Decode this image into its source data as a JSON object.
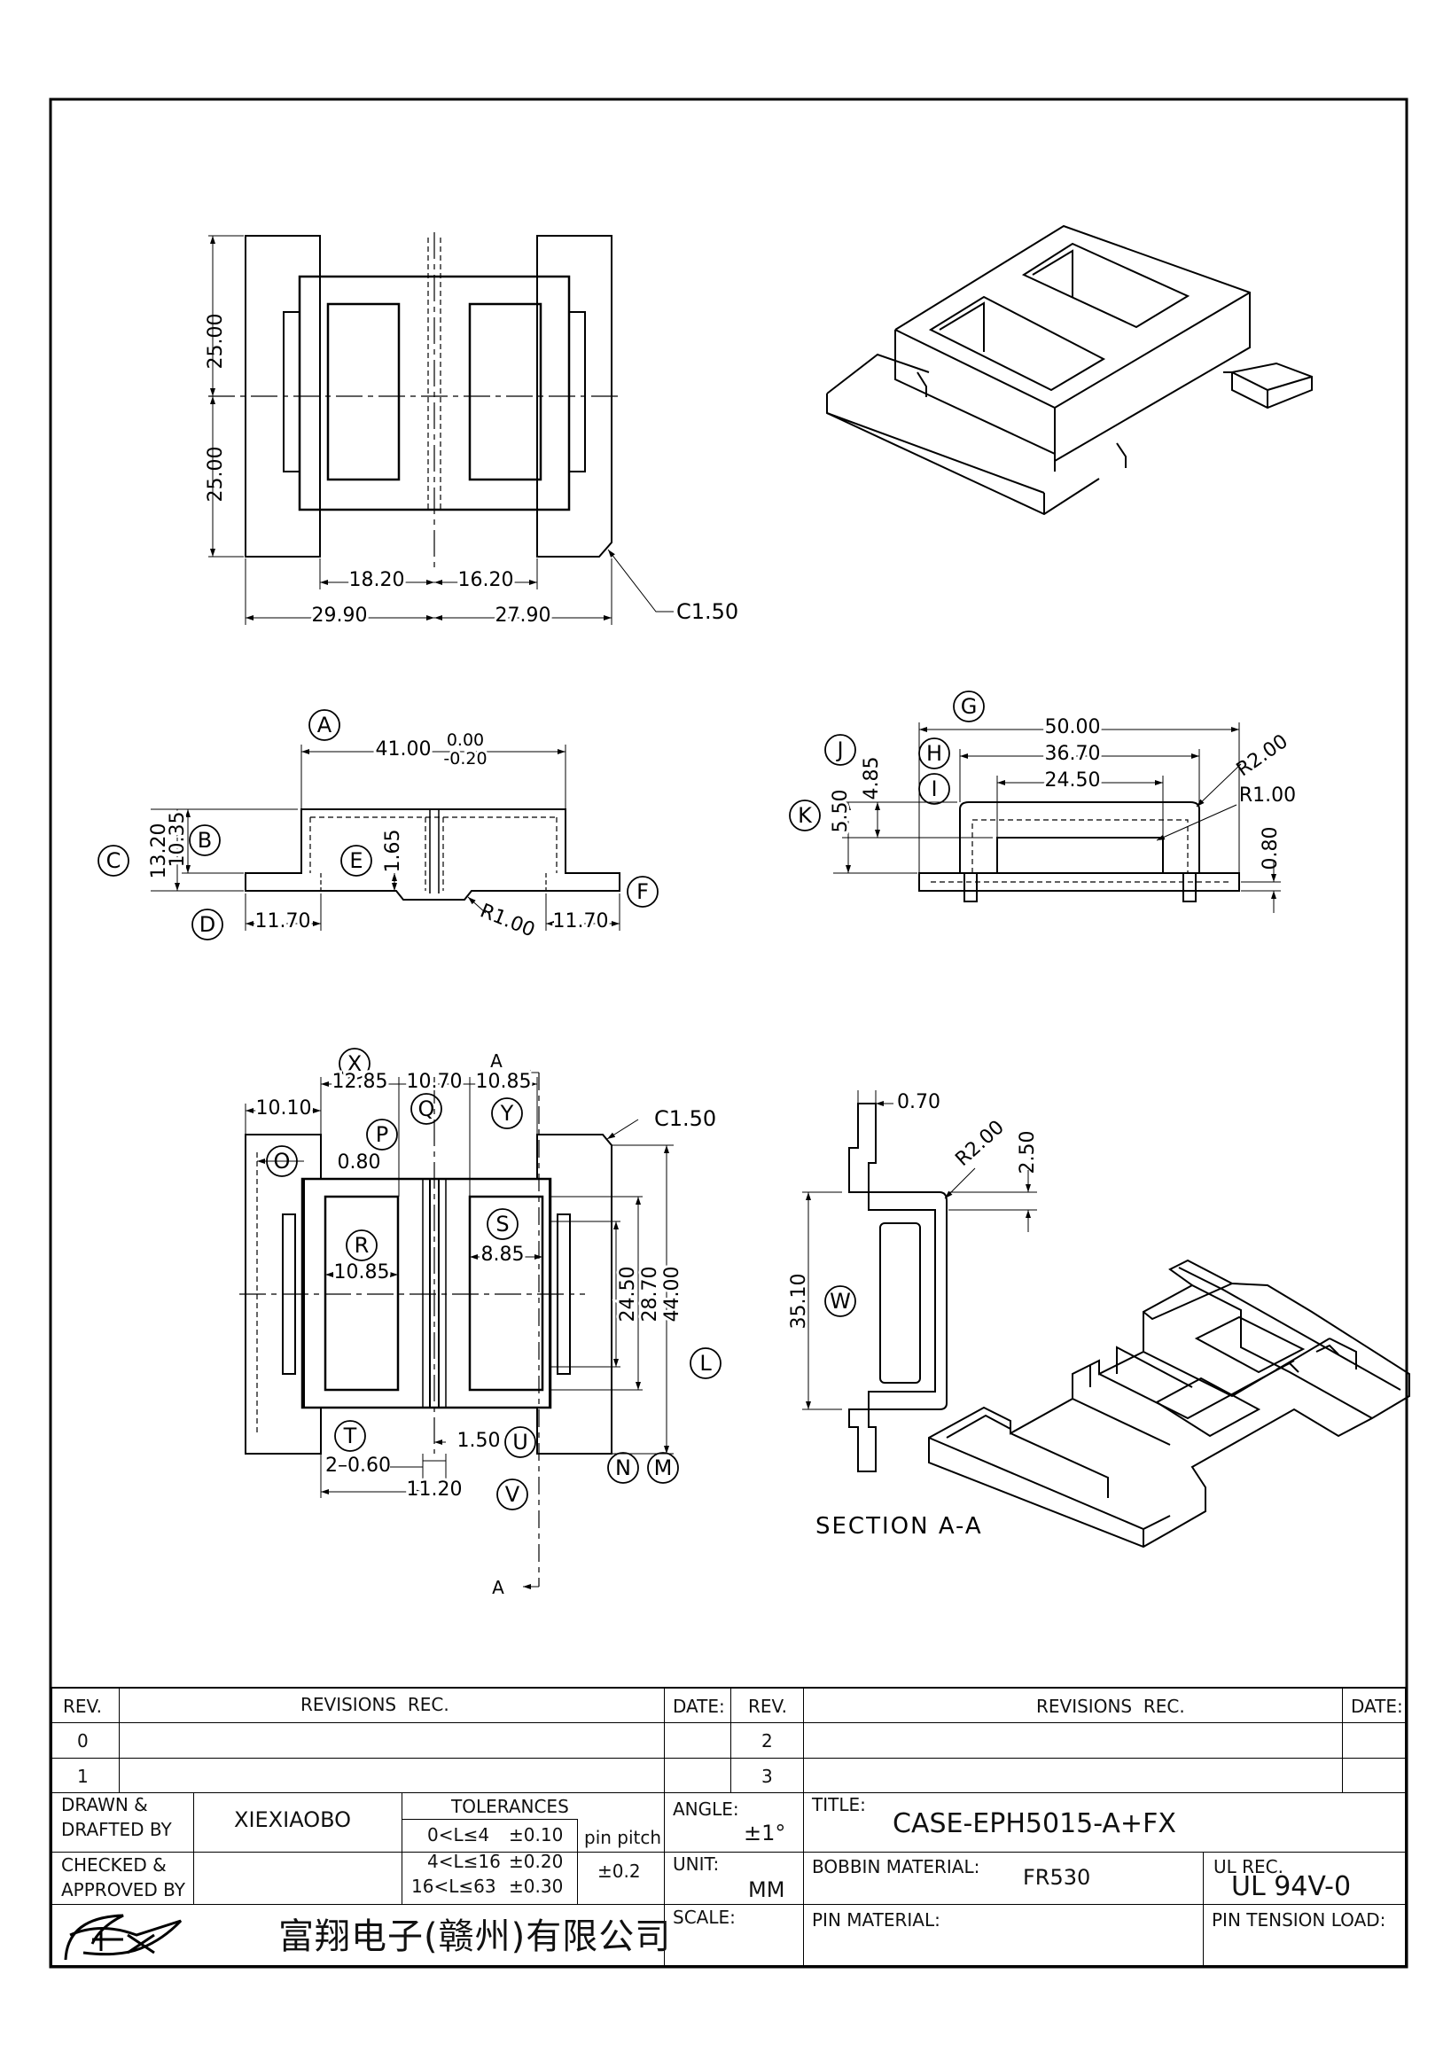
{
  "views": {
    "top_view": {
      "dims": {
        "h_upper": "25.00",
        "h_lower": "25.00",
        "w1": "18.20",
        "w2": "16.20",
        "w3": "29.90",
        "w4": "27.90",
        "chamfer": "C1.50"
      }
    },
    "front_view": {
      "dims": {
        "A_label": "A",
        "a_dim": "41.00",
        "a_tol_up": "0.00",
        "a_tol_dn": "-0.20",
        "b_dim": "10.35",
        "c_dim": "13.20",
        "e_dim": "1.65",
        "d_dim": "11.70",
        "f_dim": "11.70",
        "r_dim": "R1.00"
      },
      "callouts": [
        "A",
        "B",
        "C",
        "D",
        "E",
        "F"
      ]
    },
    "side_view": {
      "dims": {
        "g": "50.00",
        "h": "36.70",
        "i": "24.50",
        "j": "4.85",
        "k": "5.50",
        "r2": "R2.00",
        "r1": "R1.00",
        "t": "0.80"
      },
      "callouts": [
        "G",
        "H",
        "I",
        "J",
        "K"
      ]
    },
    "bottom_view": {
      "dims": {
        "x": "12.85",
        "q": "10.70",
        "y": "10.85",
        "t1": "10.10",
        "p": "0.80",
        "c": "C1.50",
        "r": "10.85",
        "s": "8.85",
        "d1": "24.50",
        "d2": "28.70",
        "d3": "44.00",
        "u": "1.50",
        "t2": "2–0.60",
        "v": "11.20"
      },
      "callouts": [
        "X",
        "Q",
        "Y",
        "O",
        "P",
        "R",
        "S",
        "L",
        "T",
        "U",
        "V",
        "N",
        "M"
      ],
      "section_marks": [
        "A",
        "A"
      ]
    },
    "section_view": {
      "dims": {
        "w1": "0.70",
        "r": "R2.00",
        "h": "2.50",
        "len": "35.10"
      },
      "callouts": [
        "W"
      ],
      "label": "SECTION A-A"
    }
  },
  "title_block": {
    "rev_header": {
      "rev": "REV.",
      "revisions": "REVISIONS  REC.",
      "date": "DATE:",
      "rev2": "REV.",
      "revisions2": "REVISIONS  REC.",
      "date2": "DATE:"
    },
    "rev_rows": [
      {
        "left": "0",
        "right": "2"
      },
      {
        "left": "1",
        "right": "3"
      }
    ],
    "drawn_label_1": "DRAWN &",
    "drawn_label_2": "DRAFTED BY",
    "drawn_by": "XIEXIAOBO",
    "checked_label_1": "CHECKED &",
    "checked_label_2": "APPROVED BY",
    "tolerances_label": "TOLERANCES",
    "tolerances": [
      {
        "range": "0<L≤4",
        "val": "±0.10"
      },
      {
        "range": "4<L≤16",
        "val": "±0.20"
      },
      {
        "range": "16<L≤63",
        "val": "±0.30"
      }
    ],
    "pin_pitch_label": "pin pitch",
    "pin_pitch_val": "±0.2",
    "angle_label": "ANGLE:",
    "angle_val": "±1°",
    "unit_label": "UNIT:",
    "unit_val": "MM",
    "scale_label": "SCALE:",
    "title_label": "TITLE:",
    "title_val": "CASE-EPH5015-A+FX",
    "bobbin_label": "BOBBIN MATERIAL:",
    "bobbin_val": "FR530",
    "ul_label": "UL REC.",
    "ul_val": "UL 94V-0",
    "pin_mat_label": "PIN MATERIAL:",
    "pin_tension_label": "PIN TENSION LOAD:",
    "company": "富翔电子(赣州)有限公司"
  },
  "colors": {
    "ink": "#000000",
    "paper": "#ffffff"
  }
}
